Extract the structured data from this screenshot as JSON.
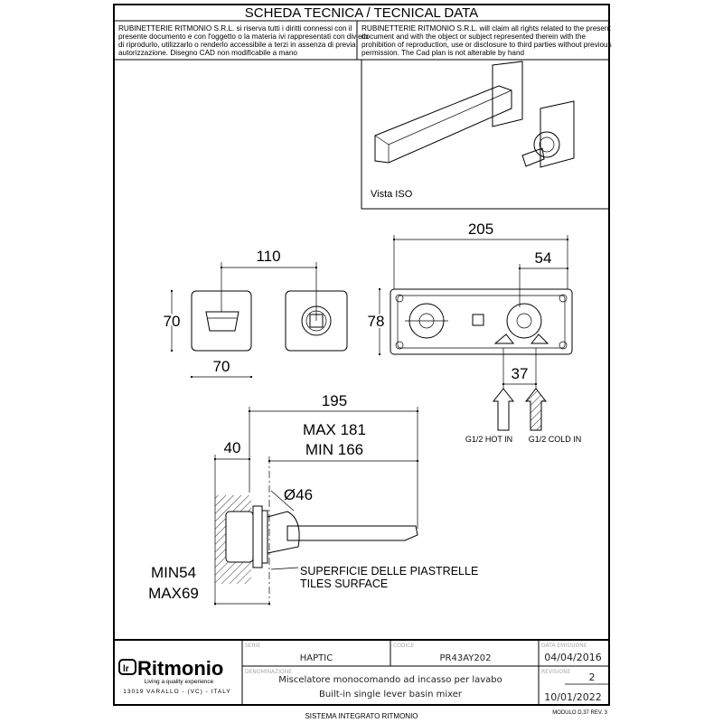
{
  "header": {
    "title": "SCHEDA TECNICA / TECNICAL DATA",
    "disclaimer_it": [
      "RUBINETTERIE RITMONIO S.R.L. si riserva tutti i diritti connessi con il",
      "presente documento e con l'oggetto o la materia ivi rappresentati con divieto",
      "di riprodurlo, utilizzarlo o renderlo accessibile a terzi in assenza di previa",
      "autorizzazione. Disegno CAD non modificabile a mano"
    ],
    "disclaimer_en": [
      "RUBINETTERIE RITMONIO S.R.L. will claim all rights related to the present",
      "document and with the object or subject represented therein with the",
      "prohibition  of reproduction, use or disclosure to third parties without previous",
      "permission.  The Cad plan is not alterable by hand"
    ]
  },
  "iso_view": {
    "label": "Vista ISO"
  },
  "dimensions": {
    "front_spacing": "110",
    "front_height": "70",
    "front_width": "70",
    "box_width": "205",
    "box_offset": "54",
    "box_height": "78",
    "inlet_spacing": "37",
    "hot_in": "G1/2 HOT IN",
    "cold_in": "G1/2 COLD IN",
    "side_total": "195",
    "side_max": "MAX 181",
    "side_min": "MIN 166",
    "wall_depth": "40",
    "diameter": "Ø46",
    "tiles_it": "SUPERFICIE DELLE PIASTRELLE",
    "tiles_en": "TILES SURFACE",
    "recess_min": "MIN54",
    "recess_max": "MAX69"
  },
  "title_block": {
    "brand": "Ritmonio",
    "tagline": "Living a quality experience",
    "address": "13019 VARALLO - (VC) - ITALY",
    "serie_label": "SERIE",
    "serie": "HAPTIC",
    "codice_label": "CODICE",
    "codice": "PR43AY202",
    "data_label": "DATA EMISSIONE",
    "data_emissione": "04/04/2016",
    "denominazione_label": "DENOMINAZIONE",
    "description_it": "Miscelatore monocomando ad incasso per lavabo",
    "description_en": "Built-in single lever basin mixer",
    "revisione_label": "REVISIONE",
    "revisione": "2",
    "revision_date": "10/01/2022"
  },
  "footer": {
    "system": "SISTEMA INTEGRATO RITMONIO",
    "module": "MODULO D.37 REV. 3"
  }
}
